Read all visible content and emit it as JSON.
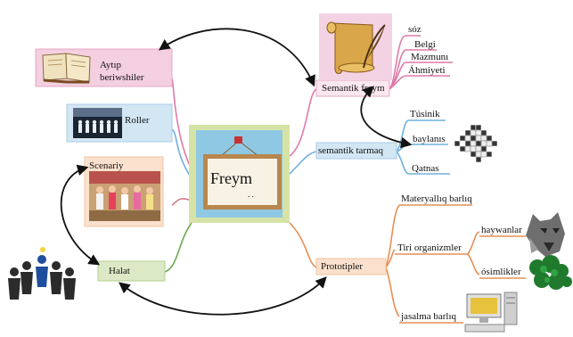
{
  "center": {
    "title": "Freym",
    "dots": ". ."
  },
  "left_nodes": {
    "aytip": {
      "label": "Aytıp\nberiwshiler"
    },
    "roller": {
      "label": "Roller"
    },
    "scenariy": {
      "label": "Scenariy"
    },
    "halat": {
      "label": "Halat"
    }
  },
  "right_nodes": {
    "semantik_freym": {
      "label": "Semantik freym",
      "children": [
        "sóz",
        "Belgi",
        "Mazmunı",
        "Áhmiyeti"
      ]
    },
    "semantik_tarmaq": {
      "label": "semantik tarmaq",
      "children": [
        "Túsinik",
        "baylanıs",
        "Qatnas"
      ]
    },
    "prototipler": {
      "label": "Prototipler",
      "children": [
        "Materyallıq barlıq",
        "Tiri organizmler",
        "jasalma barlıq"
      ],
      "tiri_children": [
        "haywanlar",
        "ósimlikler"
      ]
    }
  },
  "colors": {
    "pink": "#f3cfe0",
    "blue": "#d3e6f3",
    "peach": "#fbe1cd",
    "green": "#dbe9c6",
    "center_frame": "#d6e3a7",
    "center_bg": "#8fc8e3",
    "branch_pink": "#e07aa8",
    "branch_blue": "#6fb0de",
    "branch_green": "#6aa84f",
    "branch_orange": "#e58f56"
  },
  "icons": [
    "book-icon",
    "actors-icon",
    "children-photo",
    "people-group-icon",
    "scroll-quill-icon",
    "crossword-icon",
    "wolf-icon",
    "plant-icon",
    "computer-icon"
  ]
}
